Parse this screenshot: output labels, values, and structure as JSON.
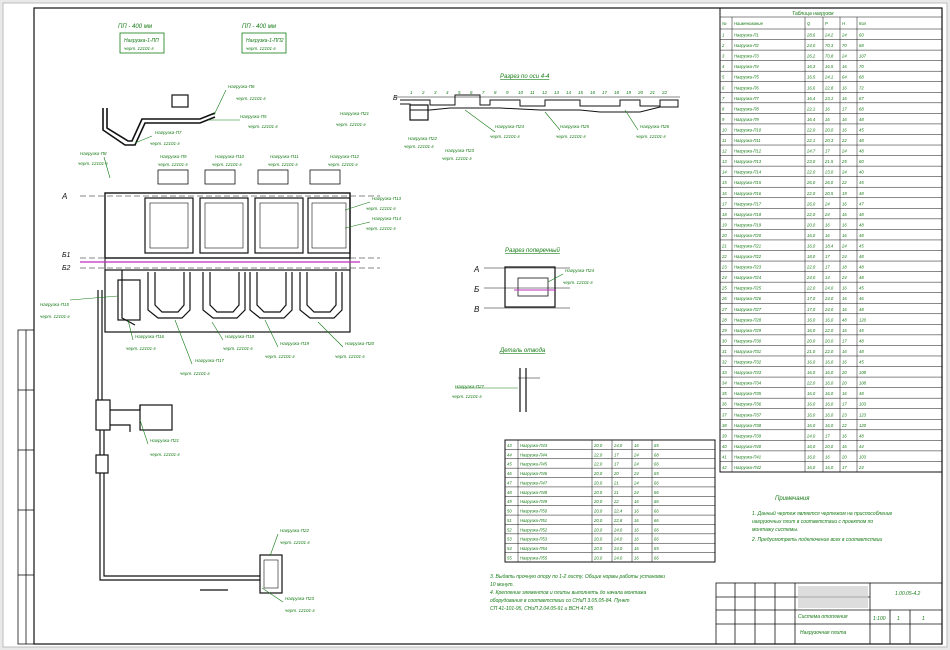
{
  "colors": {
    "background": "#ffffff",
    "frame": "#111111",
    "label": "#157a15",
    "accent": "#c02bc0",
    "line": "#222222"
  },
  "top_boxes": [
    {
      "title": "ПП - 400 мм",
      "name": "Нагрузка-1-ПП",
      "code": "черт. 12101-г"
    },
    {
      "title": "ПП - 400 мм",
      "name": "Нагрузка-1-ПП2",
      "code": "черт. 12101-г"
    }
  ],
  "section_titles": {
    "right_strip": "Разрез по оси 4-4",
    "small_detail": "Разрез поперечный",
    "small_detail2": "Деталь отвода"
  },
  "axis_letters": [
    "А",
    "Б",
    "В"
  ],
  "axis_letters_left": [
    "А",
    "Б1",
    "Б2"
  ],
  "leader_labels": [
    {
      "name": "Нагрузка-П6",
      "code": "черт. 12101-г"
    },
    {
      "name": "Нагрузка-П5",
      "code": "черт. 12101-г"
    },
    {
      "name": "Нагрузка-П7",
      "code": "черт. 12101-г"
    },
    {
      "name": "Нагрузка-П8",
      "code": "черт. 12101-г"
    },
    {
      "name": "Нагрузка-П9",
      "code": "черт. 12101-г"
    },
    {
      "name": "Нагрузка-П10",
      "code": "черт. 12101-г"
    },
    {
      "name": "Нагрузка-П11",
      "code": "черт. 12101-г"
    },
    {
      "name": "Нагрузка-П12",
      "code": "черт. 12101-г"
    },
    {
      "name": "Нагрузка-П13",
      "code": "черт. 12101-г"
    },
    {
      "name": "Нагрузка-П14",
      "code": "черт. 12101-г"
    },
    {
      "name": "Нагрузка-П15",
      "code": "черт. 12101-г"
    },
    {
      "name": "Нагрузка-П16",
      "code": "черт. 12101-г"
    },
    {
      "name": "Нагрузка-П17",
      "code": "черт. 12101-г"
    },
    {
      "name": "Нагрузка-П18",
      "code": "черт. 12101-г"
    },
    {
      "name": "Нагрузка-П19",
      "code": "черт. 12101-г"
    },
    {
      "name": "Нагрузка-П20",
      "code": "черт. 12101-г"
    },
    {
      "name": "Нагрузка-П21",
      "code": "черт. 12101-г"
    },
    {
      "name": "Нагрузка-П22",
      "code": "черт. 12101-г"
    },
    {
      "name": "Нагрузка-П23",
      "code": "черт. 12101-г"
    },
    {
      "name": "Нагрузка-П24",
      "code": "черт. 12101-г"
    }
  ],
  "spec_table": {
    "title": "Таблица нагрузок",
    "headers": [
      "№",
      "Наименование",
      "Q",
      "Р",
      "Н",
      "Кол"
    ],
    "rows": [
      [
        "1",
        "Нагрузка-П1",
        "28,6",
        "24,2",
        "24",
        "60"
      ],
      [
        "2",
        "Нагрузка-П2",
        "24,0",
        "70,3",
        "70",
        "68"
      ],
      [
        "3",
        "Нагрузка-П3",
        "26,2",
        "70,8",
        "24",
        "107"
      ],
      [
        "4",
        "Нагрузка-П4",
        "16,3",
        "16,5",
        "16",
        "70"
      ],
      [
        "5",
        "Нагрузка-П5",
        "16,5",
        "24,1",
        "64",
        "68"
      ],
      [
        "6",
        "Нагрузка-П6",
        "16,6",
        "22,8",
        "16",
        "72"
      ],
      [
        "7",
        "Нагрузка-П7",
        "16,4",
        "23,1",
        "16",
        "67"
      ],
      [
        "8",
        "Нагрузка-П8",
        "22,1",
        "16",
        "17",
        "68"
      ],
      [
        "9",
        "Нагрузка-П9",
        "16,4",
        "16",
        "16",
        "48"
      ],
      [
        "10",
        "Нагрузка-П10",
        "22,0",
        "20,0",
        "16",
        "45"
      ],
      [
        "11",
        "Нагрузка-П11",
        "22,1",
        "20,3",
        "22",
        "48"
      ],
      [
        "12",
        "Нагрузка-П12",
        "24,7",
        "17",
        "24",
        "48"
      ],
      [
        "13",
        "Нагрузка-П13",
        "23,0",
        "21,5",
        "25",
        "60"
      ],
      [
        "14",
        "Нагрузка-П14",
        "22,0",
        "23,0",
        "24",
        "40"
      ],
      [
        "15",
        "Нагрузка-П15",
        "26,0",
        "26,0",
        "22",
        "45"
      ],
      [
        "16",
        "Нагрузка-П16",
        "22,0",
        "20,5",
        "19",
        "48"
      ],
      [
        "17",
        "Нагрузка-П17",
        "26,0",
        "24",
        "16",
        "47"
      ],
      [
        "18",
        "Нагрузка-П18",
        "22,0",
        "24",
        "16",
        "48"
      ],
      [
        "19",
        "Нагрузка-П19",
        "20,0",
        "16",
        "16",
        "48"
      ],
      [
        "20",
        "Нагрузка-П20",
        "16,0",
        "16",
        "16",
        "48"
      ],
      [
        "21",
        "Нагрузка-П21",
        "16,0",
        "18,4",
        "24",
        "45"
      ],
      [
        "22",
        "Нагрузка-П22",
        "18,0",
        "17",
        "24",
        "48"
      ],
      [
        "23",
        "Нагрузка-П23",
        "22,0",
        "17",
        "18",
        "48"
      ],
      [
        "24",
        "Нагрузка-П24",
        "24,0",
        "14",
        "24",
        "48"
      ],
      [
        "25",
        "Нагрузка-П25",
        "22,0",
        "24,0",
        "16",
        "45"
      ],
      [
        "26",
        "Нагрузка-П26",
        "17,0",
        "24,0",
        "16",
        "46"
      ],
      [
        "27",
        "Нагрузка-П27",
        "17,0",
        "24,0",
        "16",
        "48"
      ],
      [
        "28",
        "Нагрузка-П28",
        "16,0",
        "16,0",
        "48",
        "120"
      ],
      [
        "29",
        "Нагрузка-П29",
        "16,0",
        "22,0",
        "16",
        "45"
      ],
      [
        "30",
        "Нагрузка-П30",
        "20,0",
        "20,0",
        "17",
        "48"
      ],
      [
        "31",
        "Нагрузка-П31",
        "21,0",
        "22,0",
        "16",
        "48"
      ],
      [
        "32",
        "Нагрузка-П32",
        "16,0",
        "16,0",
        "16",
        "45"
      ],
      [
        "33",
        "Нагрузка-П33",
        "16,0",
        "16,0",
        "20",
        "108"
      ],
      [
        "34",
        "Нагрузка-П34",
        "22,0",
        "16,0",
        "20",
        "108"
      ],
      [
        "35",
        "Нагрузка-П35",
        "16,0",
        "16,0",
        "16",
        "48"
      ],
      [
        "36",
        "Нагрузка-П36",
        "16,0",
        "16,0",
        "17",
        "103"
      ],
      [
        "37",
        "Нагрузка-П37",
        "16,0",
        "16,0",
        "23",
        "123"
      ],
      [
        "38",
        "Нагрузка-П38",
        "16,0",
        "16,0",
        "22",
        "120"
      ],
      [
        "39",
        "Нагрузка-П39",
        "24,0",
        "17",
        "16",
        "48"
      ],
      [
        "40",
        "Нагрузка-П40",
        "16,0",
        "20,0",
        "16",
        "44"
      ],
      [
        "41",
        "Нагрузка-П41",
        "16,0",
        "16",
        "20",
        "103"
      ],
      [
        "42",
        "Нагрузка-П42",
        "16,0",
        "16,0",
        "17",
        "24"
      ]
    ]
  },
  "lower_table": {
    "rows": [
      [
        "43",
        "Нагрузка-П43",
        "20,0",
        "24,0",
        "16",
        "65"
      ],
      [
        "44",
        "Нагрузка-П44",
        "22,0",
        "17",
        "24",
        "68"
      ],
      [
        "45",
        "Нагрузка-П45",
        "22,0",
        "17",
        "24",
        "66"
      ],
      [
        "46",
        "Нагрузка-П46",
        "20,0",
        "20",
        "24",
        "65"
      ],
      [
        "47",
        "Нагрузка-П47",
        "20,0",
        "21",
        "24",
        "66"
      ],
      [
        "48",
        "Нагрузка-П48",
        "20,0",
        "21",
        "24",
        "66"
      ],
      [
        "49",
        "Нагрузка-П49",
        "20,0",
        "22",
        "16",
        "66"
      ],
      [
        "50",
        "Нагрузка-П50",
        "20,0",
        "22,4",
        "16",
        "66"
      ],
      [
        "51",
        "Нагрузка-П51",
        "20,0",
        "22,8",
        "16",
        "66"
      ],
      [
        "52",
        "Нагрузка-П52",
        "20,0",
        "24,0",
        "16",
        "66"
      ],
      [
        "53",
        "Нагрузка-П53",
        "20,0",
        "24,0",
        "16",
        "66"
      ],
      [
        "54",
        "Нагрузка-П54",
        "20,0",
        "24,0",
        "16",
        "65"
      ],
      [
        "55",
        "Нагрузка-П55",
        "20,0",
        "24,0",
        "16",
        "66"
      ]
    ]
  },
  "notes": {
    "title": "Примечания",
    "lines": [
      "1. Данный чертеж является чертежом на приспособление",
      "нагрузочных плит в соответствии с проектом по",
      "монтажу системы.",
      "2. Предусмотреть подключение всех в соответствии"
    ]
  },
  "bottom_notes": [
    "3. Выдать прочную опору по 1-2 листу. Общие нормы работы установки",
    "10 минут.",
    "4. Крепление элементов и плиты выполнять до начала монтажа",
    "оборудования в соответствии со СНиП 3.05.05-84. Пункт",
    "СП 41-101-95, СНиП 2.04.05-91 и ВСН 47-85"
  ],
  "title_block": {
    "doc_number": "1.00.05-4.2",
    "project": "Система отопления",
    "sheet_name": "Нагрузочная плита",
    "scale": "1:100",
    "sheet": "1",
    "sheets": "1"
  }
}
